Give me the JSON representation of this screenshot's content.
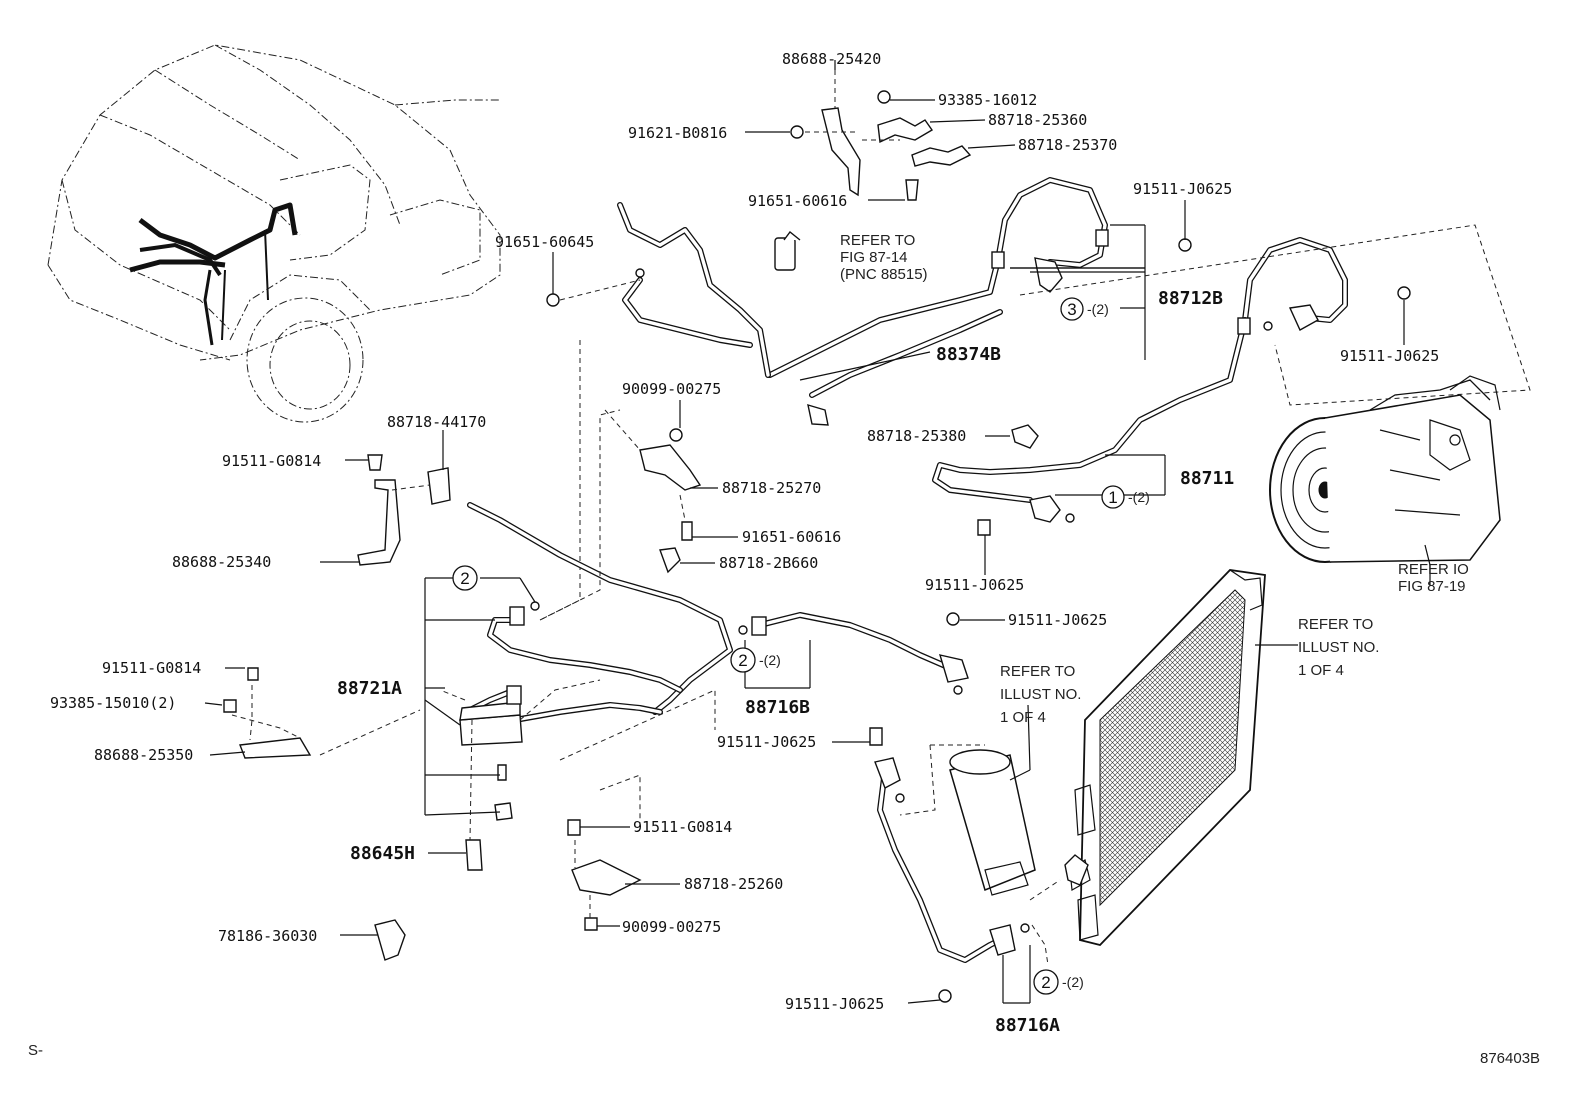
{
  "figure_id": "876403B",
  "corner_mark": "S-",
  "parts": {
    "p88688_25420": "88688-25420",
    "p93385_16012": "93385-16012",
    "p88718_25360": "88718-25360",
    "p91621_B0816": "91621-B0816",
    "p88718_25370": "88718-25370",
    "p91651_60616_top": "91651-60616",
    "p91511_J0625_a": "91511-J0625",
    "p91651_60645": "91651-60645",
    "p88712B": "88712B",
    "p88374B": "88374B",
    "p91511_J0625_b": "91511-J0625",
    "p90099_00275_top": "90099-00275",
    "p88718_44170": "88718-44170",
    "p88718_25380": "88718-25380",
    "p91511_G0814_a": "91511-G0814",
    "p88711": "88711",
    "p88718_25270": "88718-25270",
    "p91651_60616_mid": "91651-60616",
    "p88688_25340": "88688-25340",
    "p88718_2B660": "88718-2B660",
    "p91511_J0625_c": "91511-J0625",
    "p91511_J0625_d": "91511-J0625",
    "p91511_G0814_b": "91511-G0814",
    "p93385_15010": "93385-15010(2)",
    "p88721A": "88721A",
    "p88716B": "88716B",
    "p88688_25350": "88688-25350",
    "p91511_J0625_e": "91511-J0625",
    "p88645H": "88645H",
    "p91511_G0814_c": "91511-G0814",
    "p88718_25260": "88718-25260",
    "p90099_00275_bot": "90099-00275",
    "p78186_36030": "78186-36030",
    "p91511_J0625_f": "91511-J0625",
    "p88716A": "88716A"
  },
  "refs": {
    "fig8714_l1": "REFER TO",
    "fig8714_l2": "FIG 87-14",
    "fig8714_l3": "(PNC 88515)",
    "fig8719_l1": "REFER IO",
    "fig8719_l2": "FIG 87-19",
    "illust_right_l1": "REFER TO",
    "illust_right_l2": "ILLUST NO.",
    "illust_right_l3": "1 OF 4",
    "illust_mid_l1": "REFER TO",
    "illust_mid_l2": "ILLUST NO.",
    "illust_mid_l3": "1 OF 4"
  },
  "callouts": {
    "c3": "3",
    "c3_qty": "-(2)",
    "c1": "1",
    "c1_qty": "-(2)",
    "c2_left": "2",
    "c2_mid": "2",
    "c2_mid_qty": "-(2)",
    "c2_bot": "2",
    "c2_bot_qty": "-(2)"
  }
}
